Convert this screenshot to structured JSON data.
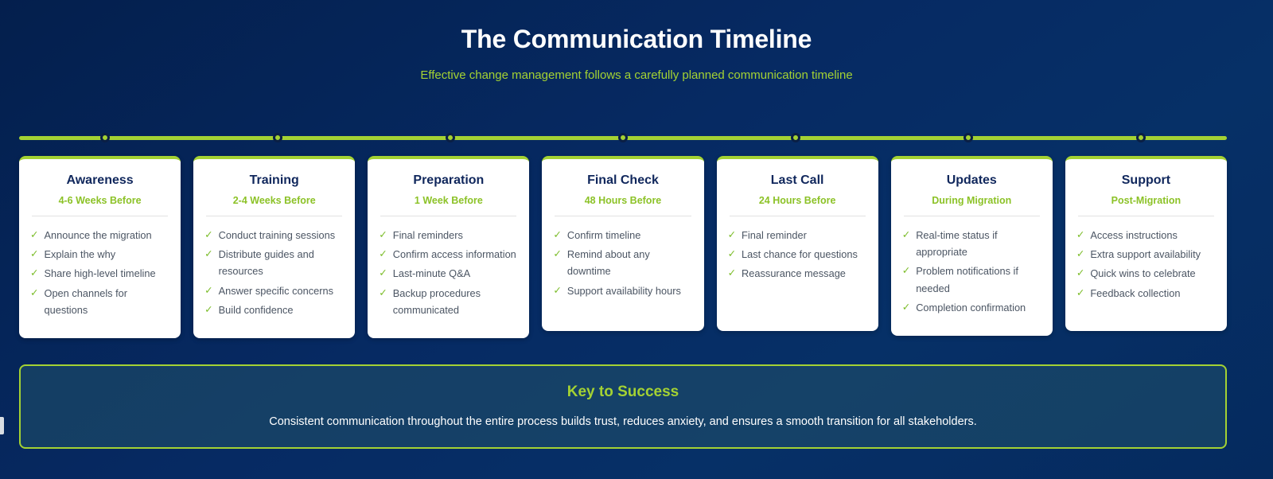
{
  "header": {
    "title": "The Communication Timeline",
    "subtitle": "Effective change management follows a carefully planned communication timeline"
  },
  "theme": {
    "background": "#052a63",
    "accent_green": "#a4d233",
    "card_background": "#ffffff",
    "title_navy": "#10275c",
    "body_gray": "#4b5563",
    "key_box_background": "#1e4e69"
  },
  "timeline": {
    "dot_count": 7,
    "dot_icon": "timeline-dot-icon"
  },
  "cards": [
    {
      "title": "Awareness",
      "timing": "4-6 Weeks Before",
      "items": [
        "Announce the migration",
        "Explain the why",
        "Share high-level timeline",
        "Open channels for questions"
      ]
    },
    {
      "title": "Training",
      "timing": "2-4 Weeks Before",
      "items": [
        "Conduct training sessions",
        "Distribute guides and resources",
        "Answer specific concerns",
        "Build confidence"
      ]
    },
    {
      "title": "Preparation",
      "timing": "1 Week Before",
      "items": [
        "Final reminders",
        "Confirm access information",
        "Last-minute Q&A",
        "Backup procedures communicated"
      ]
    },
    {
      "title": "Final Check",
      "timing": "48 Hours Before",
      "items": [
        "Confirm timeline",
        "Remind about any downtime",
        "Support availability hours"
      ]
    },
    {
      "title": "Last Call",
      "timing": "24 Hours Before",
      "items": [
        "Final reminder",
        "Last chance for questions",
        "Reassurance message"
      ]
    },
    {
      "title": "Updates",
      "timing": "During Migration",
      "items": [
        "Real-time status if appropriate",
        "Problem notifications if needed",
        "Completion confirmation"
      ]
    },
    {
      "title": "Support",
      "timing": "Post-Migration",
      "items": [
        "Access instructions",
        "Extra support availability",
        "Quick wins to celebrate",
        "Feedback collection"
      ]
    }
  ],
  "key_to_success": {
    "title": "Key to Success",
    "text": "Consistent communication throughout the entire process builds trust, reduces anxiety, and ensures a smooth transition for all stakeholders."
  },
  "icons": {
    "check": "✓"
  }
}
